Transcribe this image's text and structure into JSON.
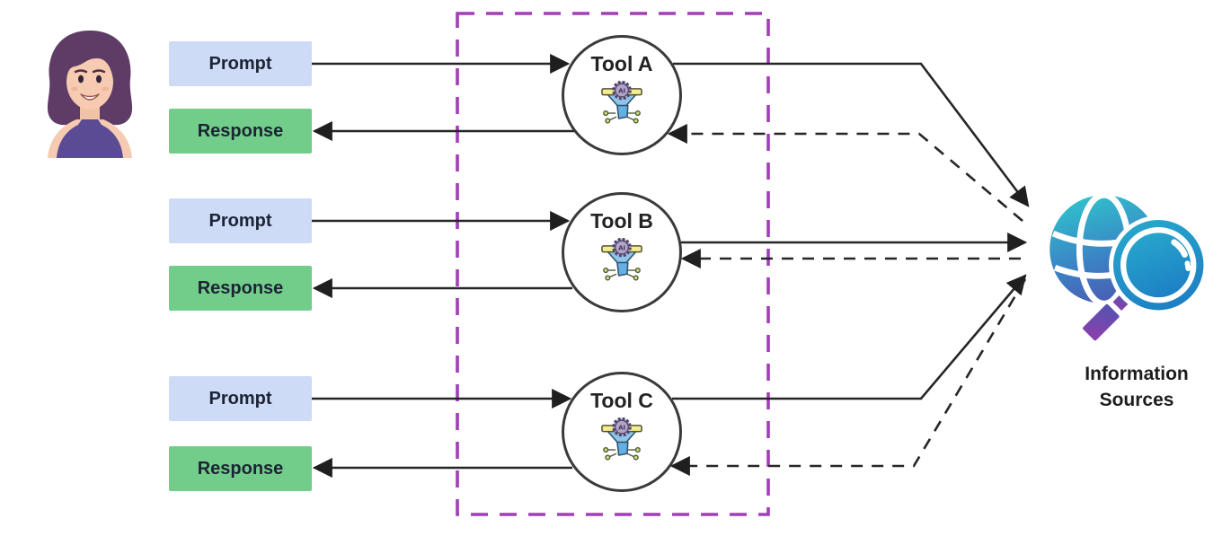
{
  "diagram": {
    "user": {
      "icon": "user-avatar"
    },
    "boundary": {
      "style": "dashed",
      "color": "#a23eb8"
    },
    "rows": [
      {
        "prompt_label": "Prompt",
        "response_label": "Response",
        "tool_label": "Tool A"
      },
      {
        "prompt_label": "Prompt",
        "response_label": "Response",
        "tool_label": "Tool B"
      },
      {
        "prompt_label": "Prompt",
        "response_label": "Response",
        "tool_label": "Tool C"
      }
    ],
    "tool_icon": {
      "name": "ai-funnel-icon",
      "badge_label": "AI"
    },
    "info_sources": {
      "icon": "globe-search-icon",
      "label_line1": "Information",
      "label_line2": "Sources"
    },
    "colors": {
      "prompt_bg": "#cddbf7",
      "response_bg": "#73cd8a",
      "arrow": "#262626",
      "boundary_purple": "#a23eb8",
      "globe_teal": "#2fc4cd",
      "globe_blue": "#3b82c4",
      "magnifier_blue": "#1c7fc4",
      "handle_purple": "#8741ad",
      "label_text": "#1c2335"
    }
  }
}
